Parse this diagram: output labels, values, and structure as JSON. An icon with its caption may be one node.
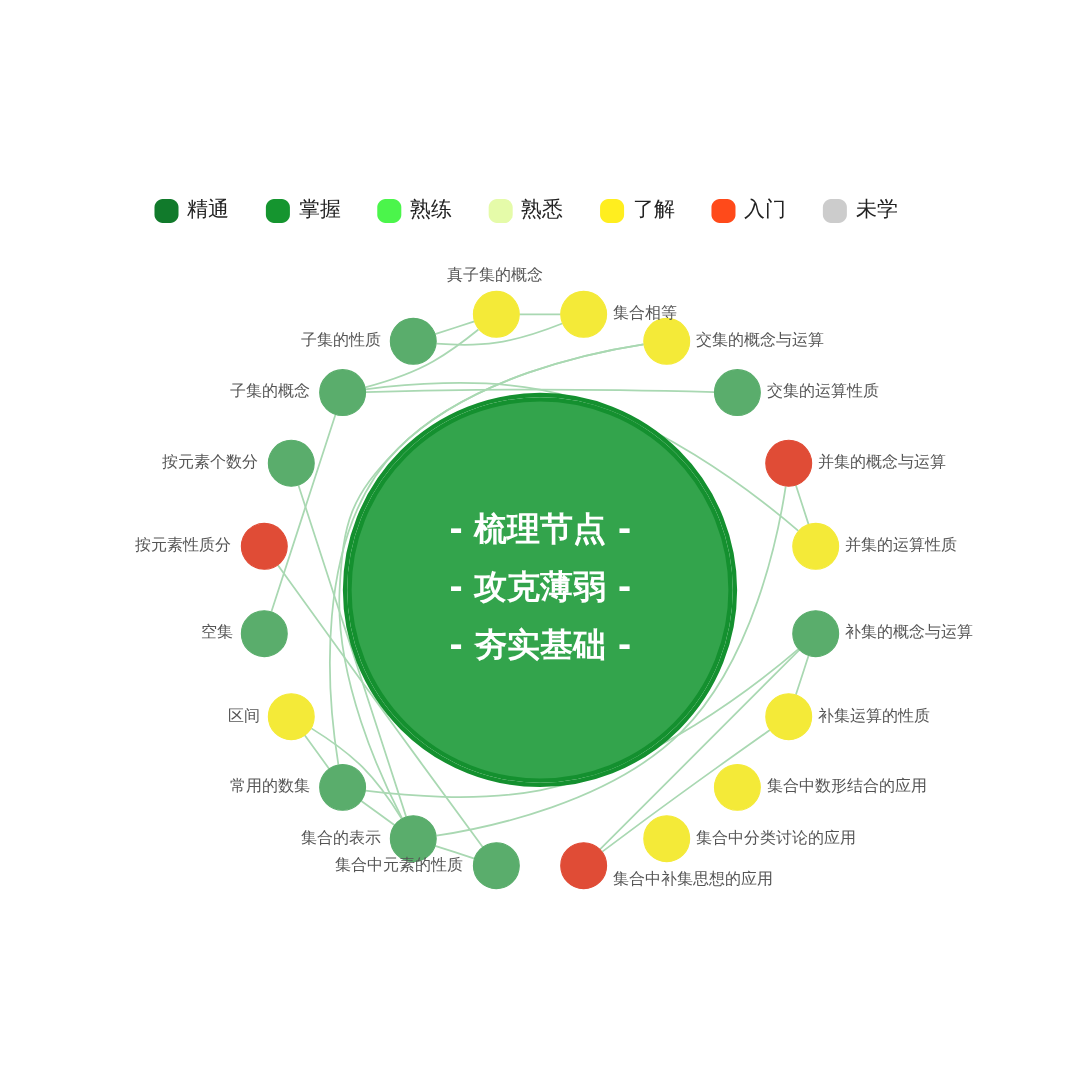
{
  "diagram": {
    "nodes": [
      {
        "text": [
          "- 梳理节点 -",
          "- 攻克薄弱 -",
          "- 夯实基础 -"
        ]
      },
      {
        "text": [
          "真子集的概念"
        ]
      },
      {
        "text": [
          "集合相等"
        ]
      },
      {
        "text": [
          "交集的概念与运算"
        ]
      },
      {
        "text": [
          "交集的运算性质"
        ]
      },
      {
        "text": [
          "并集的概念与运算"
        ]
      },
      {
        "text": [
          "并集的运算性质"
        ]
      },
      {
        "text": [
          "补集的概念与运算"
        ]
      },
      {
        "text": [
          "补集运算的性质"
        ]
      },
      {
        "text": [
          "集合中数形结合的应用"
        ]
      },
      {
        "text": [
          "集合中分类讨论的应用"
        ]
      },
      {
        "text": [
          "集合中补集思想的应用"
        ]
      },
      {
        "text": [
          "集合中元素的性质"
        ]
      },
      {
        "text": [
          "集合的表示"
        ]
      },
      {
        "text": [
          "常用的数集"
        ]
      },
      {
        "text": [
          "区间"
        ]
      },
      {
        "text": [
          "空集"
        ]
      },
      {
        "text": [
          "按元素性质分"
        ]
      },
      {
        "text": [
          "按元素个数分"
        ]
      },
      {
        "text": [
          "子集的概念"
        ]
      },
      {
        "text": [
          "子集的性质"
        ]
      }
    ],
    "edges": [
      {
        "from": 20,
        "to": 1,
        "arrow": "none"
      },
      {
        "from": 1,
        "to": 2,
        "arrow": "none"
      },
      {
        "from": 20,
        "to": 2,
        "arrow": "none"
      },
      {
        "from": 19,
        "to": 1,
        "arrow": "none"
      },
      {
        "from": 19,
        "to": 4,
        "arrow": "none"
      },
      {
        "from": 19,
        "to": 6,
        "arrow": "none"
      },
      {
        "from": 3,
        "to": 14,
        "arrow": "none"
      },
      {
        "from": 3,
        "to": 13,
        "arrow": "none"
      },
      {
        "from": 5,
        "to": 6,
        "arrow": "none"
      },
      {
        "from": 5,
        "to": 13,
        "arrow": "none"
      },
      {
        "from": 7,
        "to": 8,
        "arrow": "none"
      },
      {
        "from": 7,
        "to": 14,
        "arrow": "none"
      },
      {
        "from": 7,
        "to": 11,
        "arrow": "none"
      },
      {
        "from": 8,
        "to": 11,
        "arrow": "none"
      },
      {
        "from": 13,
        "to": 12,
        "arrow": "none"
      },
      {
        "from": 13,
        "to": 14,
        "arrow": "none"
      },
      {
        "from": 15,
        "to": 14,
        "arrow": "none"
      },
      {
        "from": 15,
        "to": 13,
        "arrow": "none"
      },
      {
        "from": 16,
        "to": 19,
        "arrow": "none"
      },
      {
        "from": 17,
        "to": 12,
        "arrow": "none"
      },
      {
        "from": 18,
        "to": 13,
        "arrow": "none"
      }
    ],
    "legend": [
      {
        "text": "精通",
        "color": "#117a2b"
      },
      {
        "text": "掌握",
        "color": "#15952f"
      },
      {
        "text": "熟练",
        "color": "#4bf54b"
      },
      {
        "text": "熟悉",
        "color": "#e5fba9"
      },
      {
        "text": "了解",
        "color": "#ffee1f"
      },
      {
        "text": "入门",
        "color": "#ff4a1a"
      },
      {
        "text": "未学",
        "color": "#cccccc"
      }
    ]
  }
}
